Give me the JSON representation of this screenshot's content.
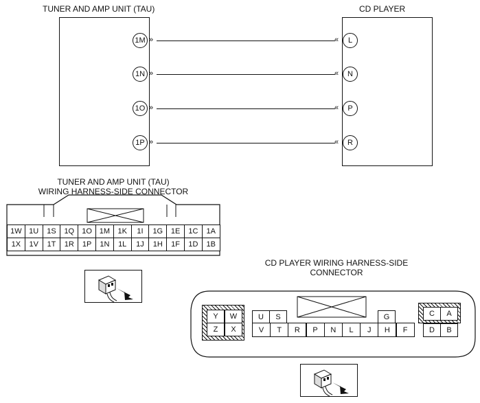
{
  "diagram": {
    "tau_title": "TUNER AND AMP UNIT (TAU)",
    "cd_title": "CD PLAYER",
    "wires": [
      {
        "from": "1M",
        "to": "L"
      },
      {
        "from": "1N",
        "to": "N"
      },
      {
        "from": "1O",
        "to": "P"
      },
      {
        "from": "1P",
        "to": "R"
      }
    ],
    "arrow_glyph": "»",
    "arrow_glyph_left": "«"
  },
  "tau_connector": {
    "title_line1": "TUNER AND AMP UNIT (TAU)",
    "title_line2": "WIRING HARNESS-SIDE CONNECTOR",
    "row1": [
      "1W",
      "1U",
      "1S",
      "1Q",
      "1O",
      "1M",
      "1K",
      "1I",
      "1G",
      "1E",
      "1C",
      "1A"
    ],
    "row2": [
      "1X",
      "1V",
      "1T",
      "1R",
      "1P",
      "1N",
      "1L",
      "1J",
      "1H",
      "1F",
      "1D",
      "1B"
    ]
  },
  "cd_connector": {
    "title_line1": "CD PLAYER  WIRING HARNESS-SIDE",
    "title_line2": "CONNECTOR",
    "left_block": [
      [
        "Y",
        "W"
      ],
      [
        "Z",
        "X"
      ]
    ],
    "top_row": [
      "U",
      "S",
      "G"
    ],
    "bottom_row": [
      "V",
      "T",
      "R",
      "P",
      "N",
      "L",
      "J",
      "H",
      "F"
    ],
    "right_block": [
      [
        "C",
        "A"
      ],
      [
        "D",
        "B"
      ]
    ]
  },
  "icons": [
    "connector-plug-icon",
    "connector-plug-icon"
  ]
}
